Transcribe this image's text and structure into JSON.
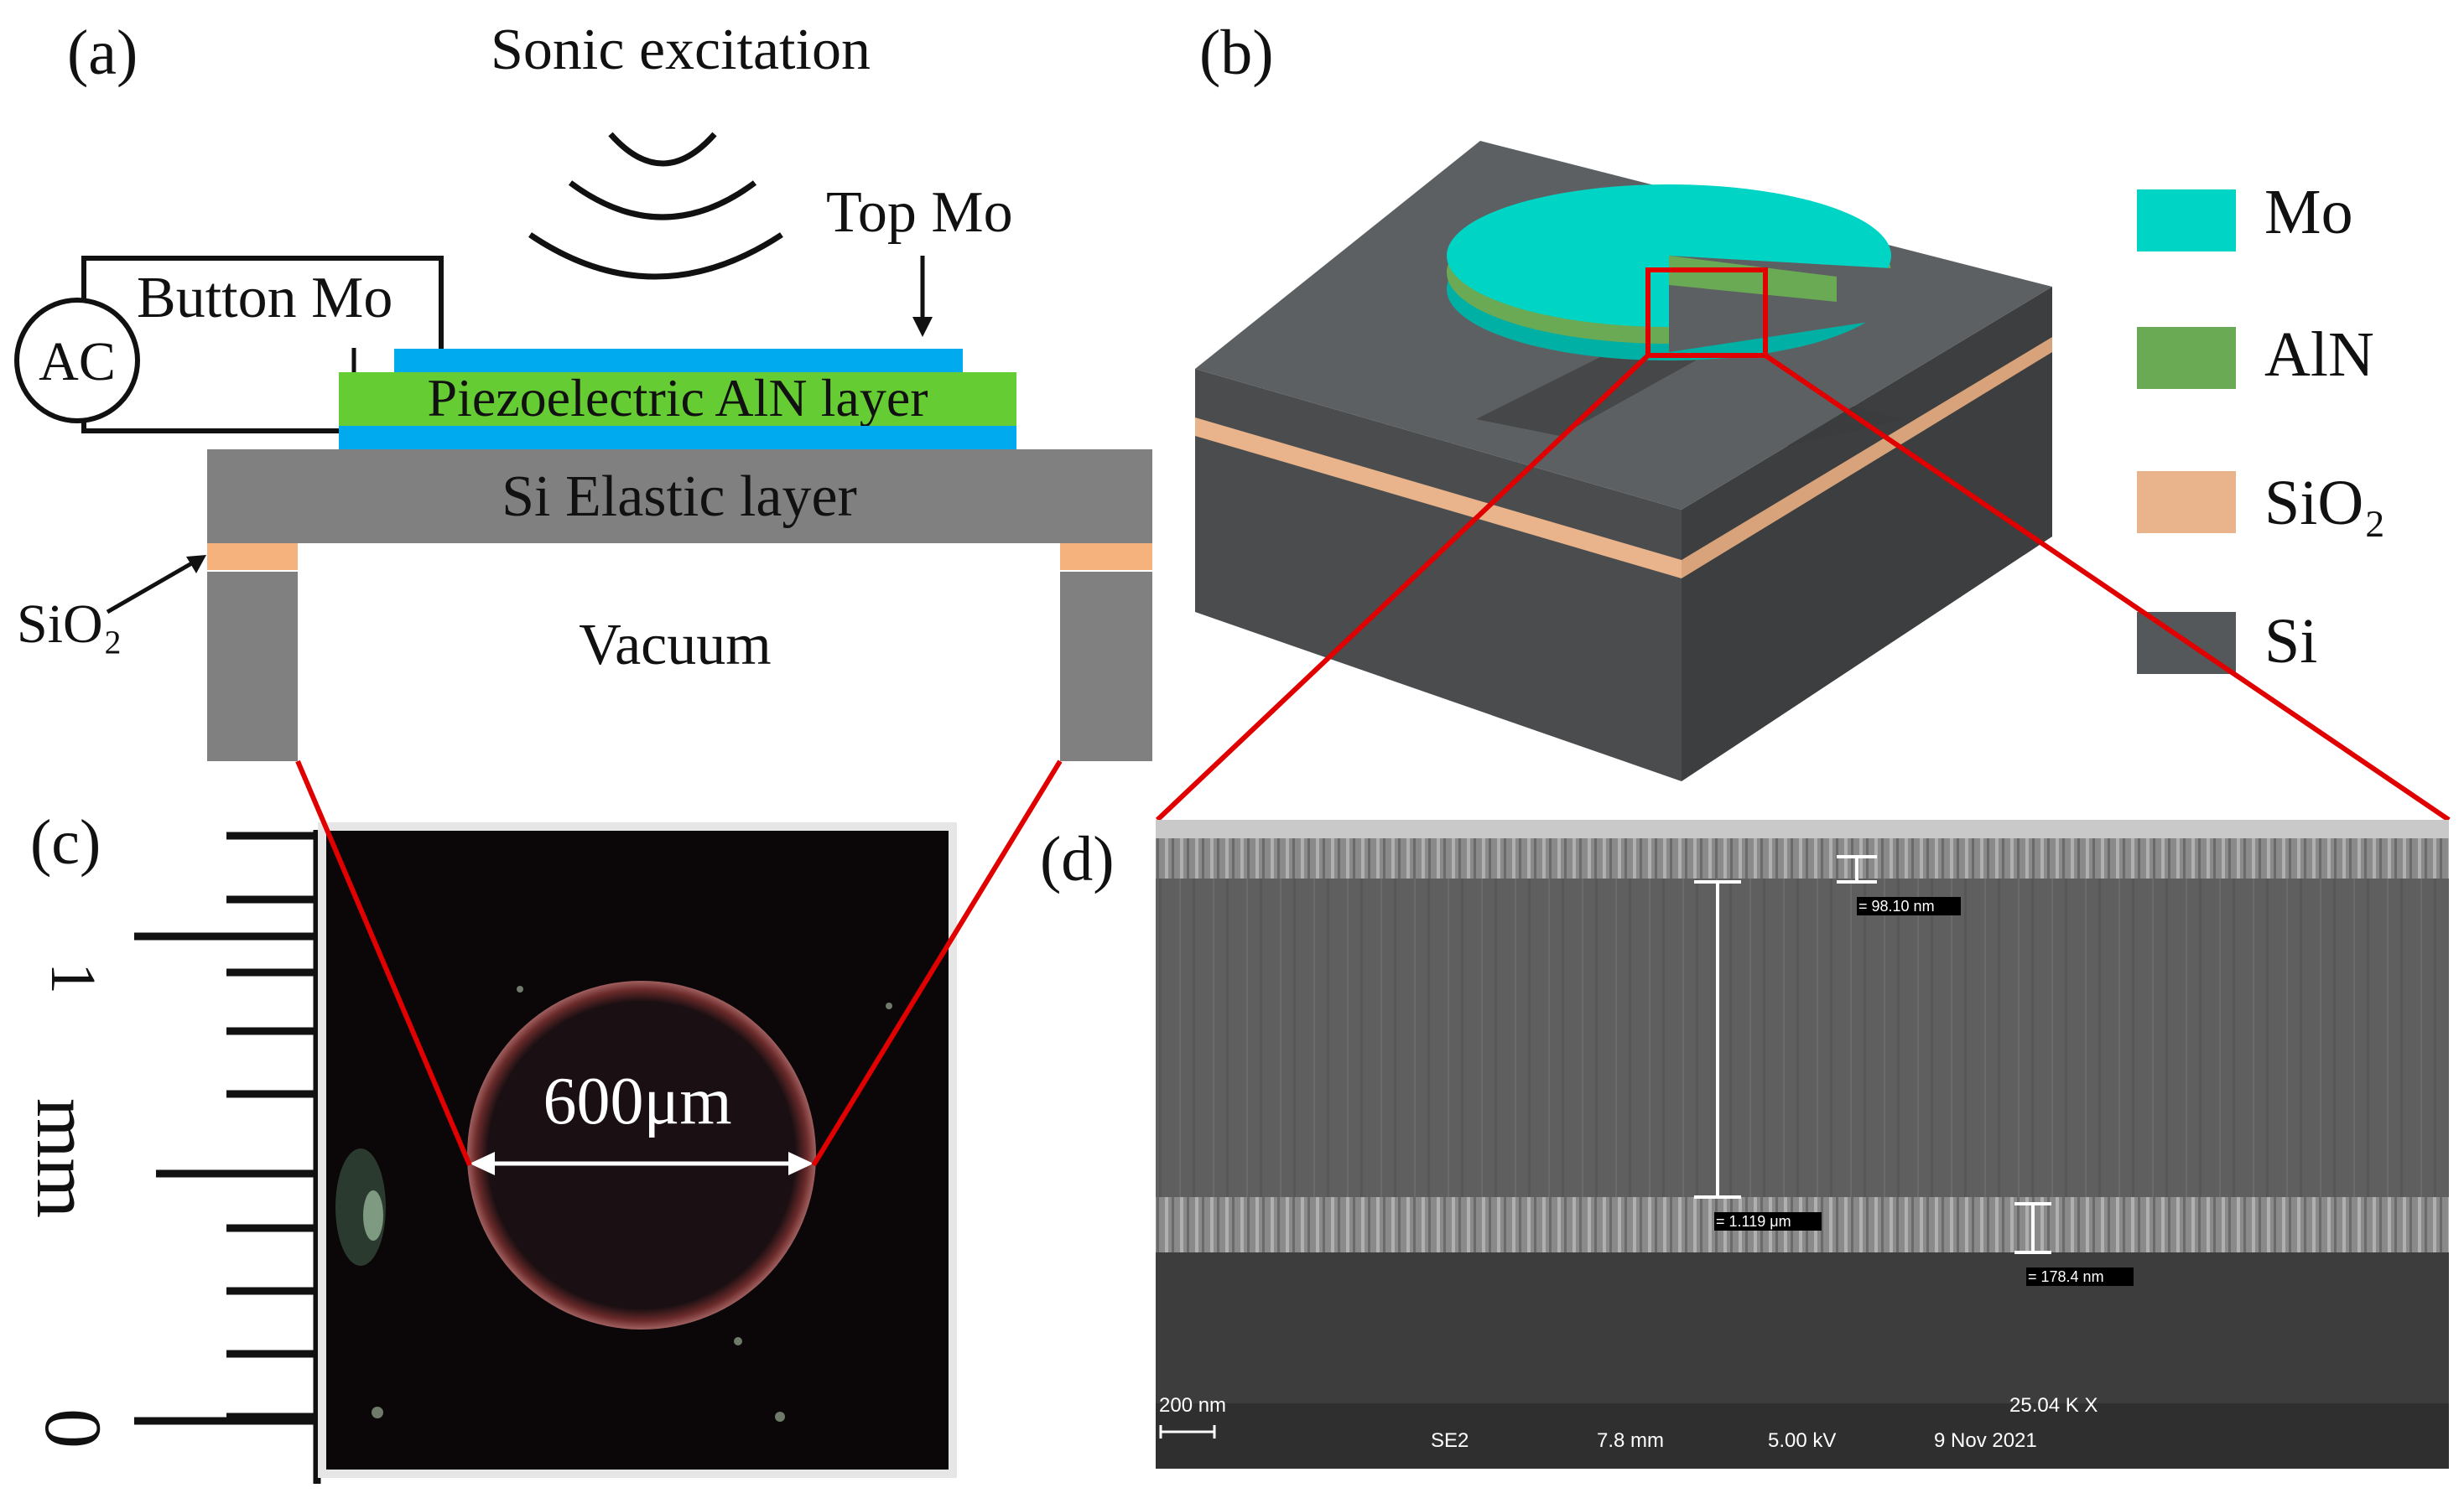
{
  "panels": {
    "a": {
      "label": "(a)",
      "sonic_excitation": "Sonic excitation",
      "top_mo": "Top Mo",
      "button_mo": "Button Mo",
      "ac": "AC",
      "piezo_layer": "Piezoelectric AlN layer",
      "elastic_layer": "Si Elastic layer",
      "sio2": "SiO₂",
      "vacuum": "Vacuum"
    },
    "b": {
      "label": "(b)",
      "legend": [
        {
          "name": "Mo",
          "color": "#00d4c4"
        },
        {
          "name": "AlN",
          "color": "#6aaa55"
        },
        {
          "name": "SiO₂",
          "color": "#e9b38b"
        },
        {
          "name": "Si",
          "color": "#55585a"
        }
      ]
    },
    "c": {
      "label": "(c)",
      "diameter": "600μm",
      "ruler_unit": "mm",
      "ruler_one": "1",
      "ruler_zero": "0"
    },
    "d": {
      "label": "(d)",
      "m1": "= 98.10 nm",
      "m2": "= 1.119 μm",
      "m3": "= 178.4 nm",
      "scale_bar": "200 nm",
      "mag": "25.04 K X",
      "detector": "SE2",
      "wd": "7.8 mm",
      "voltage": "5.00 kV",
      "date": "9 Nov 2021"
    }
  },
  "colors": {
    "mo_blue": "#00aaee",
    "aln_green": "#66cc33",
    "si_gray": "#808080",
    "sio2_orange": "#f5b27d",
    "zoom_red": "#e00000"
  }
}
